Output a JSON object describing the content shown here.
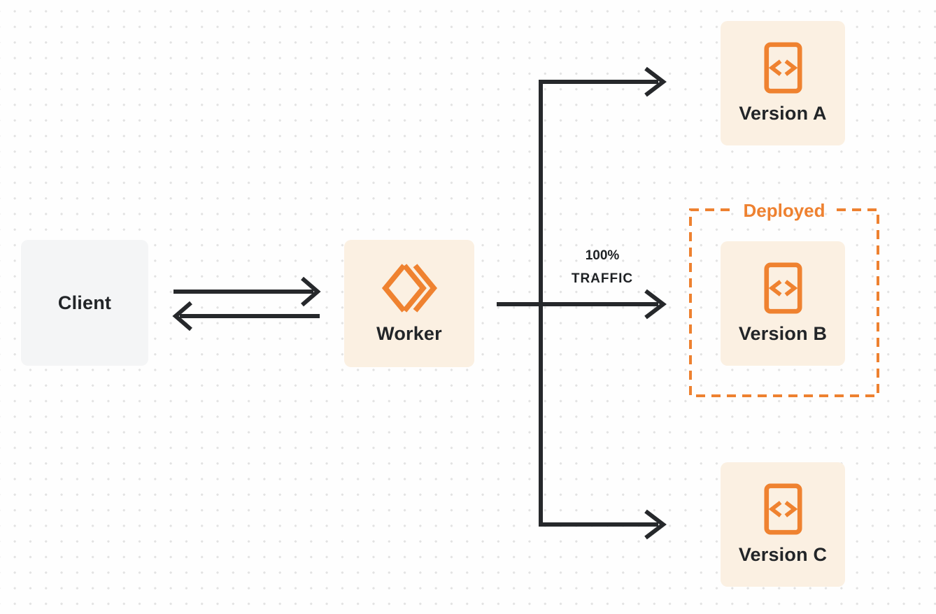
{
  "diagram": {
    "client": {
      "label": "Client"
    },
    "worker": {
      "label": "Worker",
      "icon": "cloudflare-workers-logo-icon"
    },
    "versions": [
      {
        "label": "Version A",
        "icon": "code-file-icon",
        "deployed": false
      },
      {
        "label": "Version B",
        "icon": "code-file-icon",
        "deployed": true
      },
      {
        "label": "Version C",
        "icon": "code-file-icon",
        "deployed": false
      }
    ],
    "deployed_label": "Deployed",
    "traffic": {
      "percent": "100%",
      "word": "TRAFFIC"
    },
    "edges": [
      {
        "from": "client",
        "to": "worker",
        "direction": "bidirectional"
      },
      {
        "from": "worker",
        "to": "version-b",
        "label": "100% TRAFFIC"
      },
      {
        "from": "worker",
        "to": "version-a",
        "label": ""
      },
      {
        "from": "worker",
        "to": "version-c",
        "label": ""
      }
    ],
    "colors": {
      "accent_orange": "#EE8130",
      "card_cream": "#FBF0E2",
      "card_gray": "#F4F5F6",
      "arrow": "#26282B",
      "text": "#222528",
      "dot_grid": "#E2E2E2"
    }
  }
}
